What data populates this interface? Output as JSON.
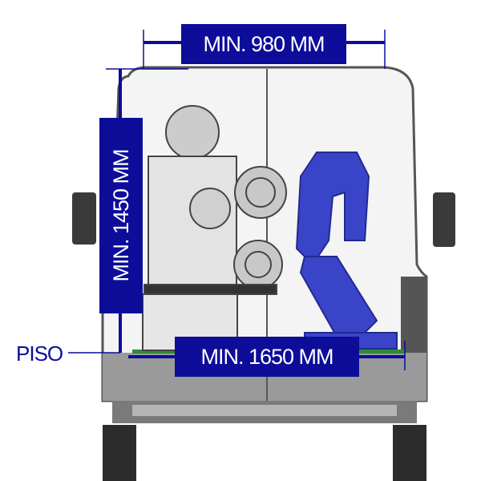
{
  "dimensions": {
    "width_label": "MIN. 980 MM",
    "height_label": "MIN. 1450 MM",
    "length_label": "MIN. 1650 MM",
    "floor_label": "PISO"
  },
  "colors": {
    "accent": "#0d0d9a",
    "equipment": "#3a44c8",
    "van_body": "#8a8a8a"
  }
}
